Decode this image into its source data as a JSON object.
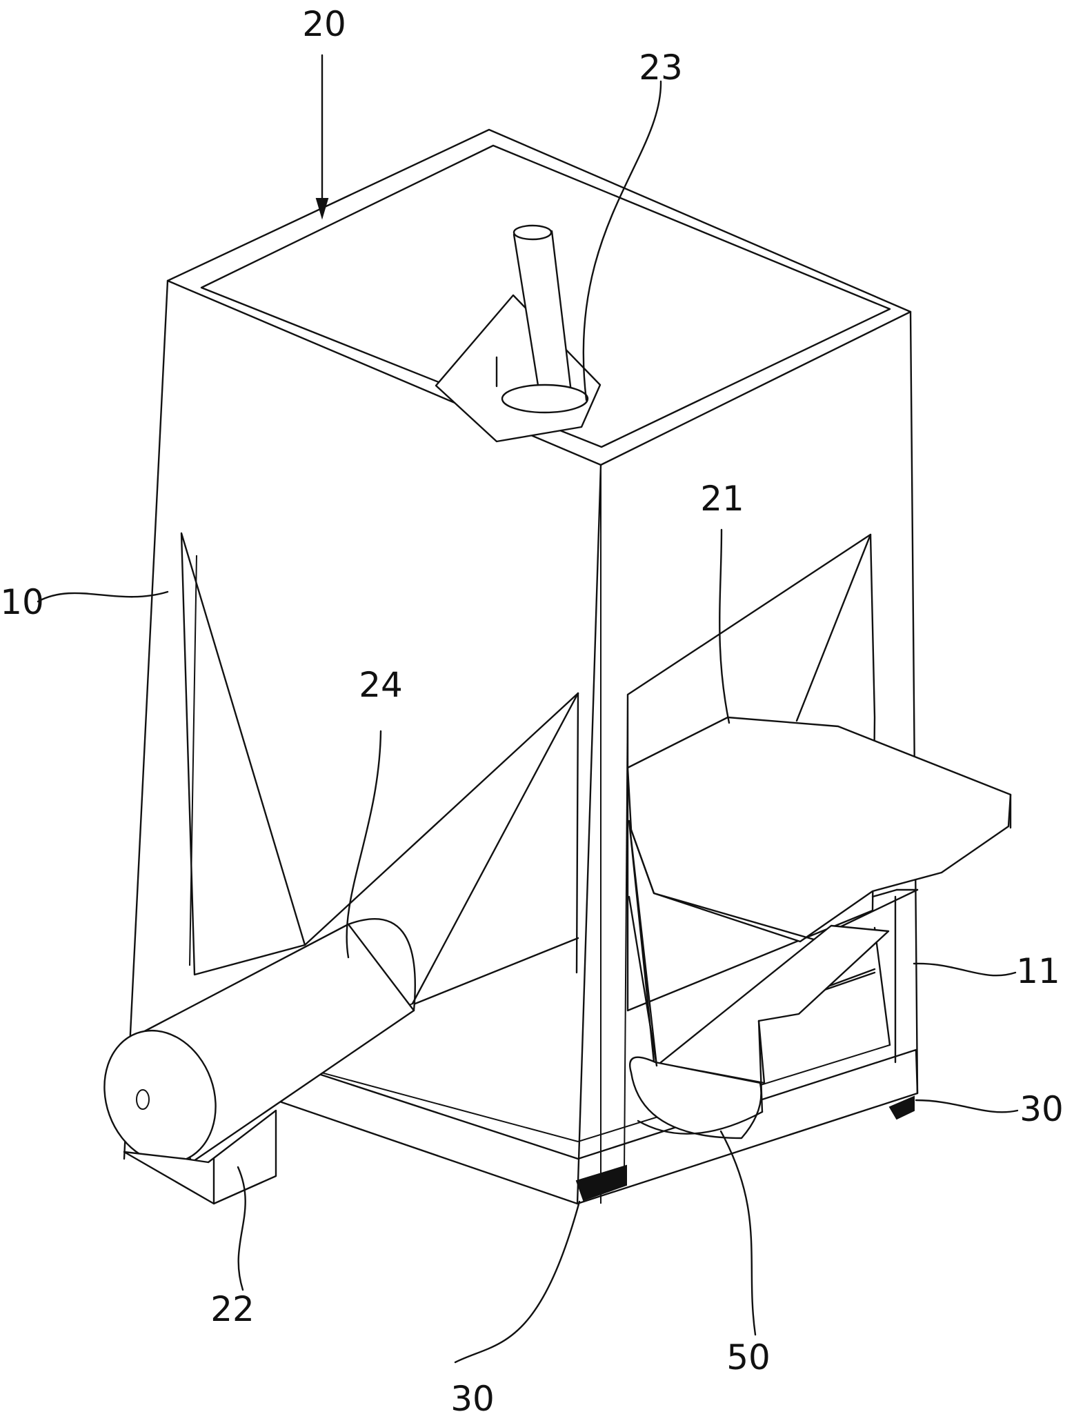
{
  "figure": {
    "reference_numerals": {
      "hopper": "20",
      "discharge_tube": "23",
      "frame": "10",
      "screw_conveyor": "24",
      "chute": "21",
      "frame_post": "11",
      "motor_base": "22",
      "foot_left": "30",
      "foot_right": "30",
      "funnel_outlet": "50"
    }
  }
}
